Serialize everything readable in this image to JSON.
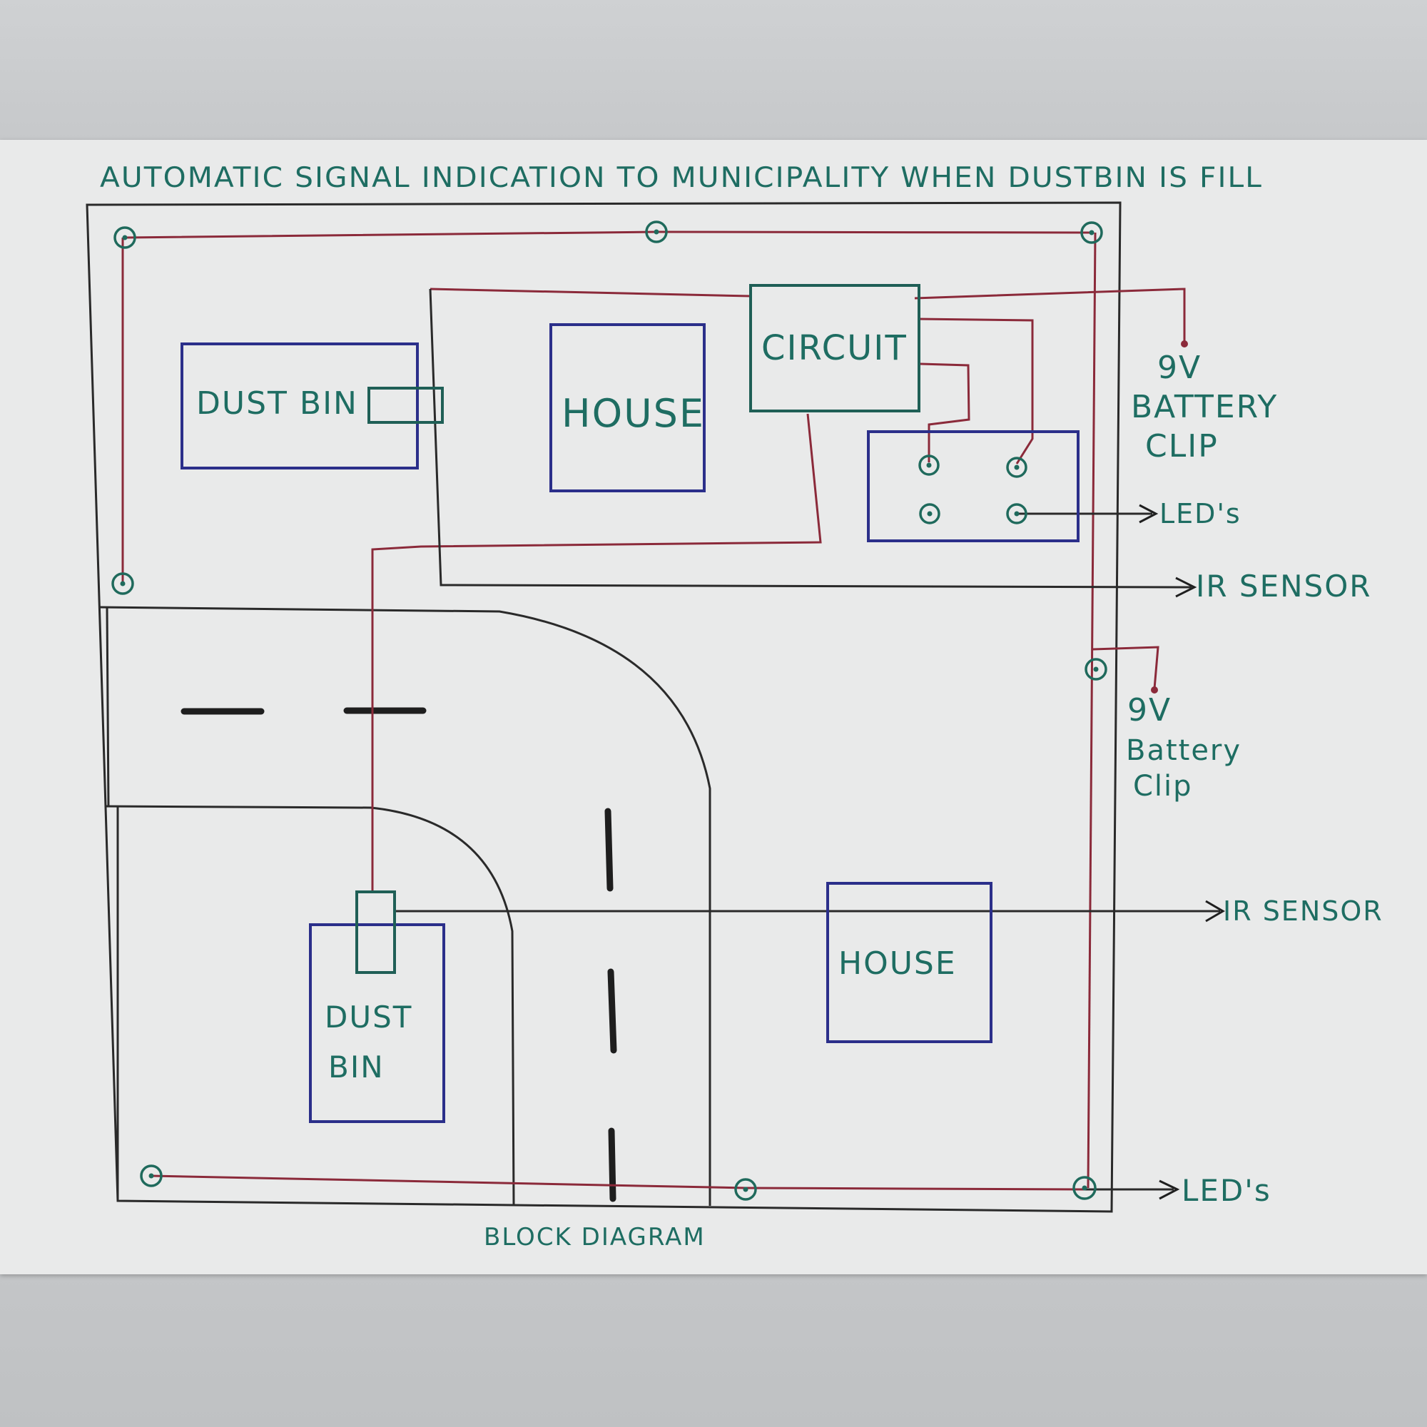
{
  "title": "AUTOMATIC SIGNAL INDICATION TO MUNICIPALITY WHEN DUSTBIN IS FILL",
  "caption": "BLOCK DIAGRAM",
  "blocks": {
    "dustbin_top": "DUST BIN",
    "house_top": "HOUSE",
    "circuit": "CIRCUIT",
    "dustbin_bottom_line1": "DUST",
    "dustbin_bottom_line2": "BIN",
    "house_bottom": "HOUSE"
  },
  "annotations": {
    "battery_top_line1": "9V",
    "battery_top_line2": "BATTERY",
    "battery_top_line3": "CLIP",
    "leds_top": "LED's",
    "ir_sensor_top": "IR SENSOR",
    "battery_bottom_line1": "9V",
    "battery_bottom_line2": "Battery",
    "battery_bottom_line3": "Clip",
    "ir_sensor_bottom": "IR SENSOR",
    "leds_bottom": "LED's"
  },
  "colors": {
    "outline": "#2a2a2a",
    "wire": "#8b2a3a",
    "block": "#2b2f8a",
    "label": "#1e6d62"
  }
}
